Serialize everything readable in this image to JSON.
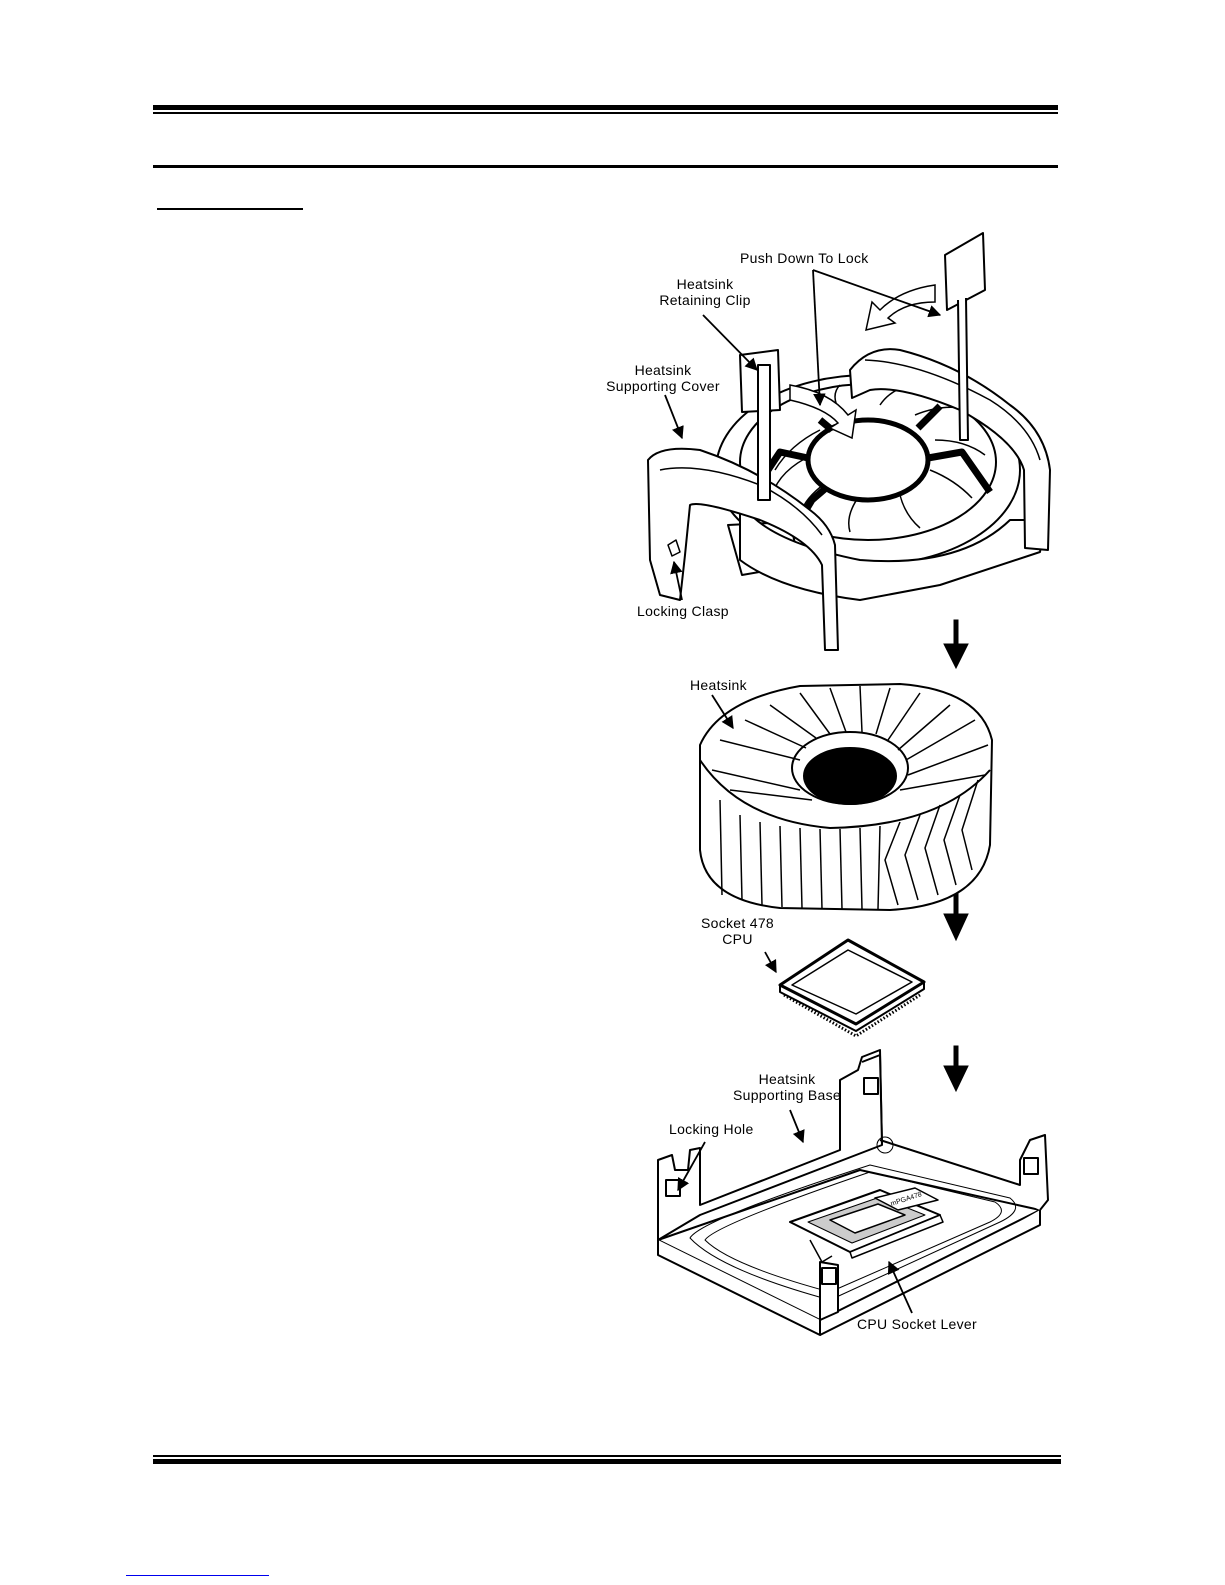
{
  "labels": {
    "push_down": "Push Down To Lock",
    "retaining_clip_1": "Heatsink",
    "retaining_clip_2": "Retaining Clip",
    "supporting_cover_1": "Heatsink",
    "supporting_cover_2": "Supporting Cover",
    "locking_clasp": "Locking Clasp",
    "heatsink": "Heatsink",
    "socket_cpu_1": "Socket 478",
    "socket_cpu_2": "CPU",
    "supporting_base_1": "Heatsink",
    "supporting_base_2": "Supporting Base",
    "locking_hole": "Locking Hole",
    "cpu_socket_lever": "CPU Socket Lever"
  }
}
